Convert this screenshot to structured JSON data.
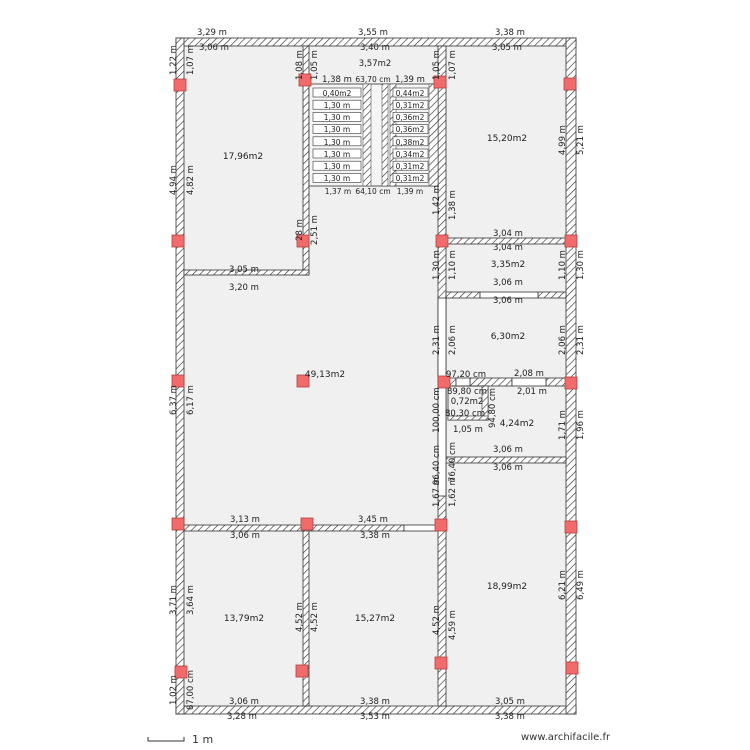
{
  "colors": {
    "wall_hatch": "#333333",
    "floor": "#f0f0f0",
    "pillar": "#f26b6b",
    "pillar_border": "#b04040"
  },
  "labels": [
    "3,29 m",
    "3,55 m",
    "3,38 m",
    "3,06 m",
    "3,40 m",
    "3,05 m",
    "3,57m2",
    "17,96m2",
    "15,20m2",
    "3,35m2",
    "6,30m2",
    "49,13m2",
    "4,24m2",
    "13,79m2",
    "15,27m2",
    "18,99m2",
    "3,05 m",
    "3,20 m",
    "3,04 m",
    "3,04 m",
    "3,06 m",
    "3,06 m",
    "97,20 cm",
    "2,08 m",
    "2,01 m",
    "3,06 m",
    "3,06 m",
    "1,05 m",
    "0,72m2",
    "89,80 cm",
    "80,30 cm",
    "3,13 m",
    "3,45 m",
    "3,06 m",
    "3,38 m",
    "3,06 m",
    "3,38 m",
    "3,05 m",
    "3,28 m",
    "3,53 m",
    "3,38 m",
    "1,22 m",
    "1,07 m",
    "4,94 m",
    "4,82 m",
    "6,37 m",
    "6,17 m",
    "3,71 m",
    "3,64 m",
    "1,02 m",
    "87,00 cm",
    "1,08 m",
    "1,05 m",
    "28 m",
    "2,51 m",
    "4,52 m",
    "4,52 m",
    "1,05 m",
    "1,07 m",
    "1,42 m",
    "1,38 m",
    "1,30 m",
    "1,10 m",
    "2,31 m",
    "2,06 m",
    "100,00 cm",
    "96,40 cm",
    "76,40 cm",
    "94,80 cm",
    "1,67 m",
    "1,62 m",
    "4,52 m",
    "4,59 m",
    "4,99 m",
    "5,21 m",
    "1,10 m",
    "1,30 m",
    "2,06 m",
    "2,31 m",
    "1,71 m",
    "1,96 m",
    "6,21 m",
    "6,49 m",
    "1,38 m",
    "1,39 m",
    "1,37 m",
    "1,39 m",
    "63,70 cm",
    "64,10 cm",
    "0,40m2",
    "1,30 m",
    "1,30 m",
    "1,30 m",
    "1,30 m",
    "1,30 m",
    "1,30 m",
    "1,30 m",
    "0,44m2",
    "0,31m2",
    "0,36m2",
    "0,36m2",
    "0,38m2",
    "0,34m2",
    "0,31m2",
    "0,31m2"
  ],
  "footer": {
    "scale_label": "1 m",
    "watermark": "www.archifacile.fr"
  }
}
